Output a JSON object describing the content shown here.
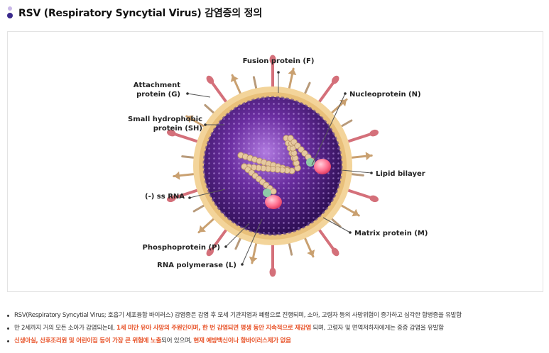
{
  "page": {
    "title": "RSV (Respiratory Syncytial Virus) 감염증의 정의"
  },
  "diagram": {
    "labels": {
      "fusion": "Fusion protein (F)",
      "attachment_1": "Attachment",
      "attachment_2": "protein (G)",
      "small_hydro_1": "Small hydrophobic",
      "small_hydro_2": "protein (SH)",
      "ss_rna": "(-) ss RNA",
      "phosphoprotein": "Phosphoprotein (P)",
      "rna_polymerase": "RNA polymerase (L)",
      "nucleoprotein": "Nucleoprotein (N)",
      "lipid_bilayer": "Lipid bilayer",
      "matrix": "Matrix protein (M)"
    },
    "colors": {
      "core_dark": "#3a1466",
      "core_mid": "#6a2ea0",
      "core_light": "#9b5fd1",
      "bilayer": "#e9c07a",
      "spike_pink": "#d4707a",
      "spike_tan": "#c9a070",
      "nucleo": "#e6c9a0",
      "polymerase": "#ff6f8f"
    }
  },
  "bullets": [
    {
      "parts": [
        {
          "text": "RSV(Respiratory Syncytial Virus; 호흡기 세포융합 바이러스) 감염증은 감염 후 모세 기관지염과 폐렴으로 진행되며, 소아, 고령자 등의 사망위험이 증가하고 심각한 합병증을 유발함",
          "highlight": false
        }
      ]
    },
    {
      "parts": [
        {
          "text": "만 2세까지 거의 모든 소아가 감염되는데, ",
          "highlight": false
        },
        {
          "text": "1세 미만 유아 사망의 주원인이며, 한 번 감염되면 평생 동안 지속적으로 재감염",
          "highlight": true
        },
        {
          "text": " 되며, 고령자 및 면역저하자에게는 중증 감염을 유발함",
          "highlight": false
        }
      ]
    },
    {
      "parts": [
        {
          "text": "신생아실, 산후조리원 및 어린이집 등이 가장 큰 위험에 노출",
          "highlight": true
        },
        {
          "text": "되어 있으며, ",
          "highlight": false
        },
        {
          "text": "현재 예방백신이나 항바이러스제가 없음",
          "highlight": true
        }
      ]
    }
  ]
}
